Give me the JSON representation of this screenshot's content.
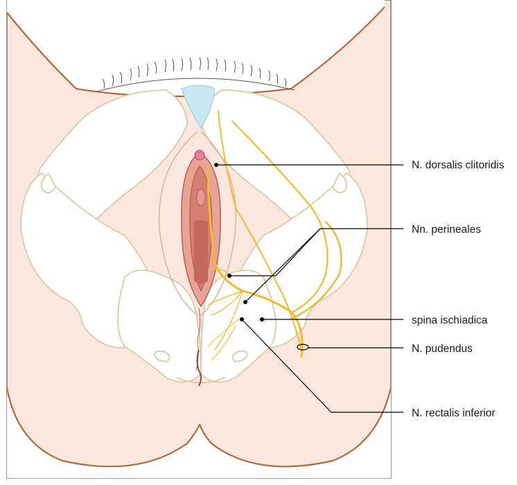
{
  "labels": {
    "dorsalis": "N. dorsalis clitoridis",
    "perineales": "Nn. perineales",
    "spina": "spina ischiadica",
    "pudendus": "N. pudendus",
    "rectalis": "N. rectalis inferior"
  },
  "colors": {
    "skin": "#fbe7de",
    "skin_outline": "#b4683e",
    "bone": "#ffffff",
    "bone_outline": "#d9cba6",
    "nerve": "#f1bb2b",
    "vulva": "#d98a7e",
    "symphysis": "#c9e6f2",
    "leader": "#000000"
  }
}
